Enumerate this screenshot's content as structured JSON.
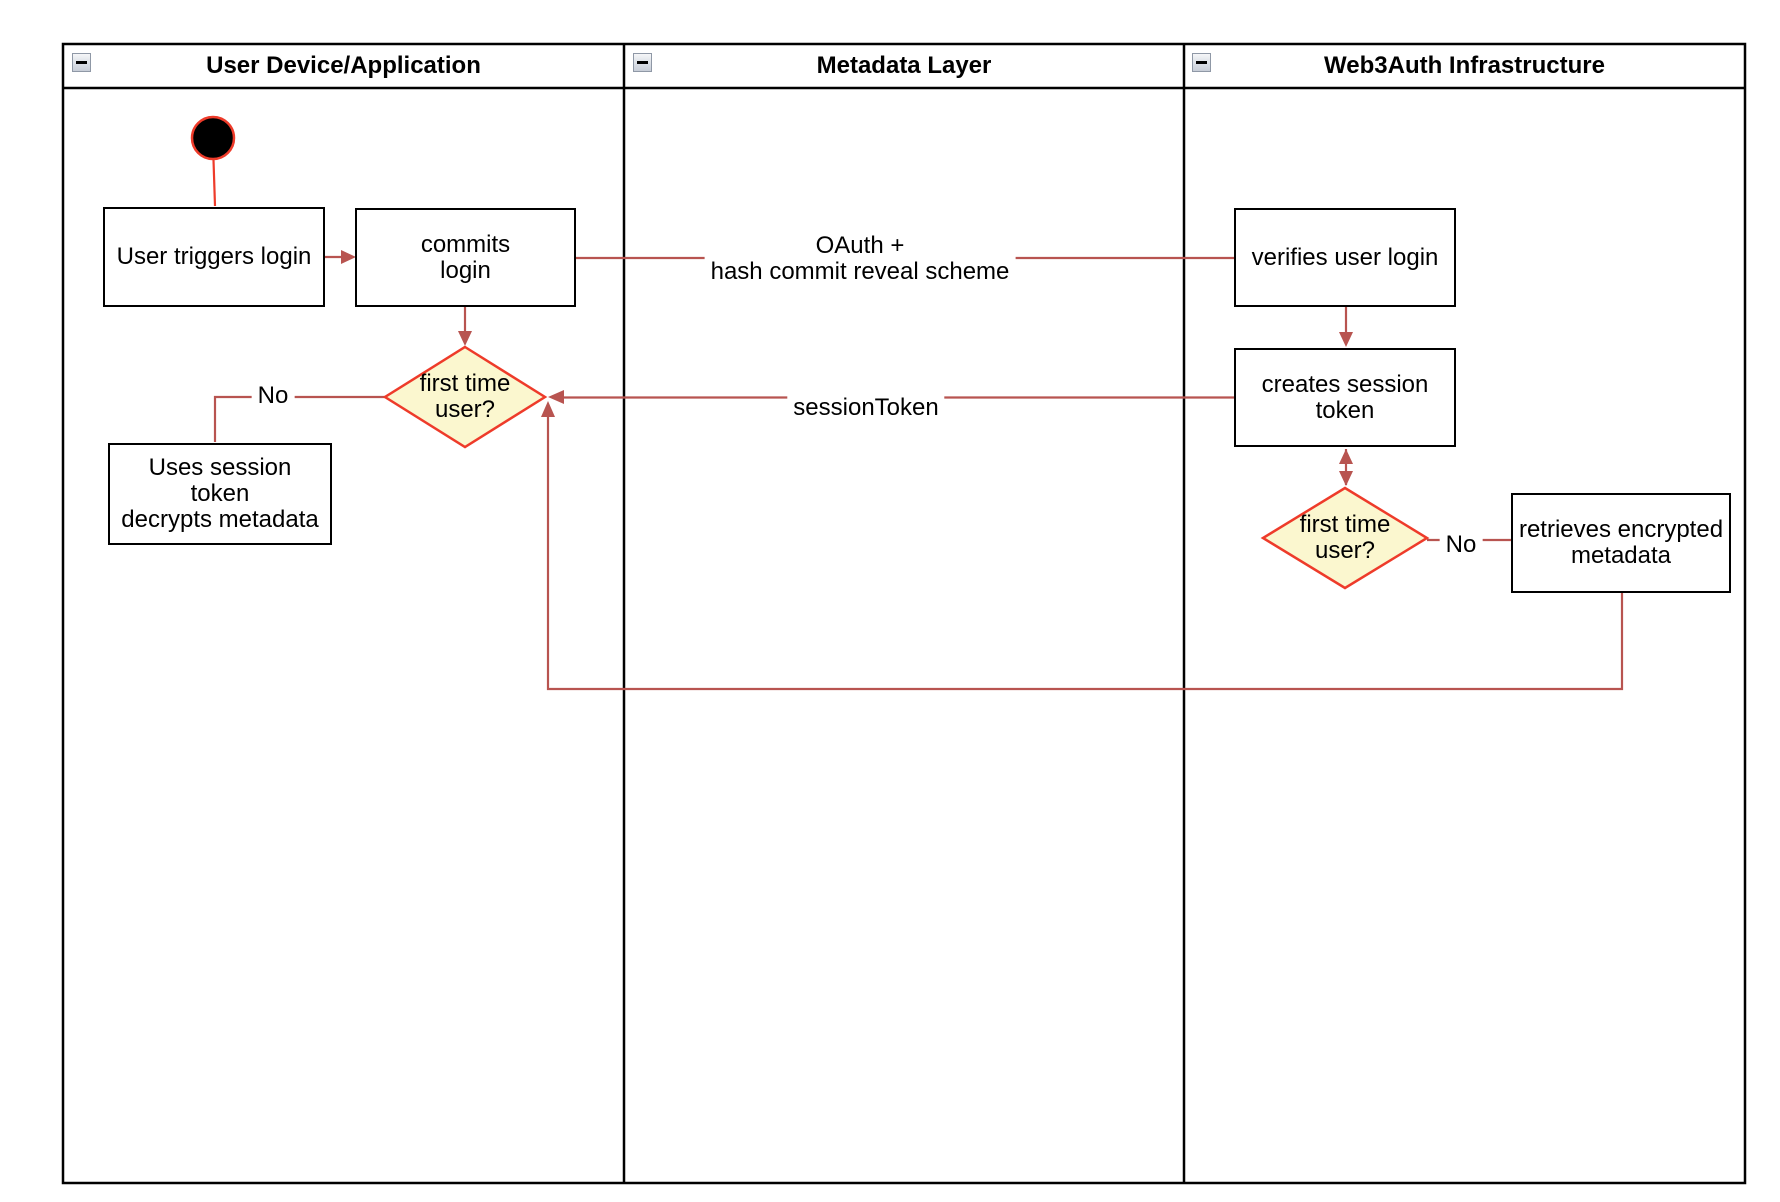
{
  "lanes": [
    {
      "title": "User Device/Application"
    },
    {
      "title": "Metadata Layer"
    },
    {
      "title": "Web3Auth Infrastructure"
    }
  ],
  "icons": {
    "collapse": "minus-square"
  },
  "nodes": {
    "user_triggers_login": "User triggers login",
    "commits_login": "commits\nlogin",
    "verifies_user_login": "verifies user login",
    "creates_session_token": "creates session\ntoken",
    "retrieves_encrypted_metadata": "retrieves encrypted\nmetadata",
    "uses_session_token": "Uses session\ntoken\ndecrypts metadata",
    "decision_user_device": "first time\nuser?",
    "decision_web3auth": "first time\nuser?"
  },
  "edge_labels": {
    "oauth": "OAuth +\nhash commit reveal scheme",
    "session_token": "sessionToken",
    "no_user_device": "No",
    "no_web3auth": "No"
  },
  "colors": {
    "connector": "#b85450",
    "decision_fill": "#fbf7cf",
    "decision_stroke": "#ee3b2a",
    "start_fill": "#000000",
    "start_stroke": "#ee3b2a",
    "node_border": "#000000",
    "lane_border": "#000000"
  }
}
